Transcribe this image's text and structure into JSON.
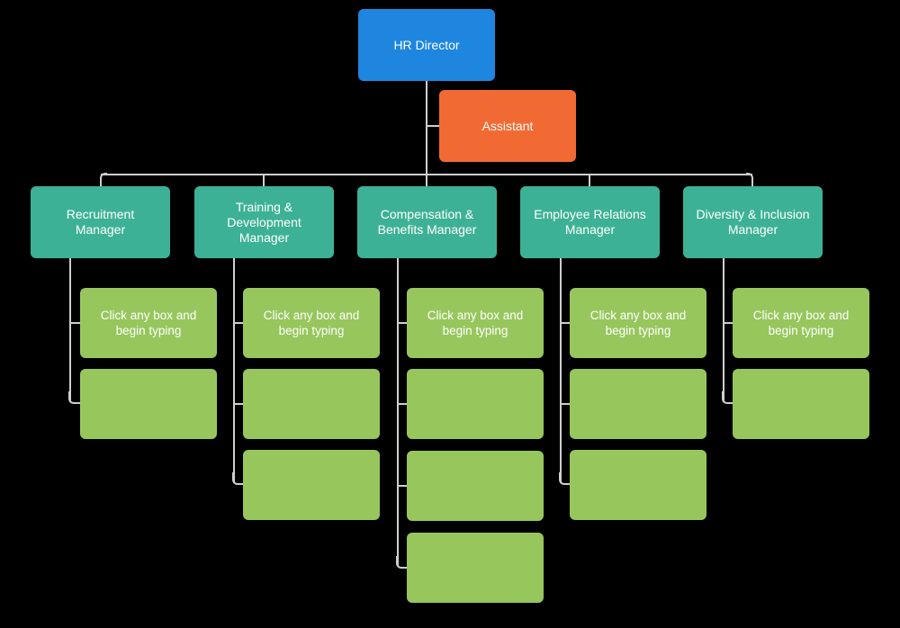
{
  "chart": {
    "type": "org-chart",
    "background_color": "#000000",
    "connector_color": "#cfcfcf",
    "palette": {
      "root": "#1f86e0",
      "assistant": "#f26a33",
      "manager": "#3db195",
      "leaf": "#97c65d",
      "text": "#ffffff"
    },
    "placeholder_text": "Click any box and\nbegin typing"
  },
  "root": {
    "label": "HR Director"
  },
  "assistant": {
    "label": "Assistant"
  },
  "columns": [
    {
      "manager": "Recruitment\nManager",
      "children": [
        "Click any box and\nbegin typing",
        ""
      ]
    },
    {
      "manager": "Training &\nDevelopment\nManager",
      "children": [
        "Click any box and\nbegin typing",
        "",
        ""
      ]
    },
    {
      "manager": "Compensation &\nBenefits Manager",
      "children": [
        "Click any box and\nbegin typing",
        "",
        "",
        ""
      ]
    },
    {
      "manager": "Employee Relations\nManager",
      "children": [
        "Click any box and\nbegin typing",
        "",
        ""
      ]
    },
    {
      "manager": "Diversity & Inclusion\nManager",
      "children": [
        "Click any box and\nbegin typing",
        ""
      ]
    }
  ]
}
